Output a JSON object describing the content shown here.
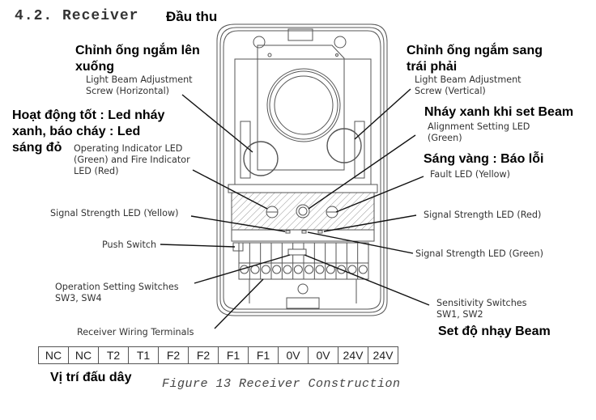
{
  "heading": {
    "number_title": "4.2. Receiver",
    "title_vi": "Đầu thu"
  },
  "labels": {
    "horizontal_screw": {
      "vi_line1": "Chỉnh ống ngắm lên",
      "vi_line2": "xuống",
      "en_line1": "Light Beam Adjustment",
      "en_line2": "Screw (Horizontal)"
    },
    "vertical_screw": {
      "vi_line1": "Chỉnh ống ngắm sang",
      "vi_line2": "trái phải",
      "en_line1": "Light Beam Adjustment",
      "en_line2": "Screw (Vertical)"
    },
    "operating_led": {
      "vi_line1": "Hoạt động tốt : Led nháy",
      "vi_line2": "xanh, báo cháy : Led",
      "vi_line3": "sáng đỏ",
      "en_line1": "Operating Indicator LED",
      "en_line2": "(Green) and Fire Indicator",
      "en_line3": "LED (Red)"
    },
    "alignment_led": {
      "vi": "Nháy xanh khi set Beam",
      "en_line1": "Alignment Setting LED",
      "en_line2": "(Green)"
    },
    "fault_led": {
      "vi": "Sáng vàng : Báo lỗi",
      "en": "Fault LED (Yellow)"
    },
    "signal_yellow": {
      "en": "Signal Strength LED (Yellow)"
    },
    "signal_red": {
      "en": "Signal Strength LED (Red)"
    },
    "signal_green": {
      "en": "Signal Strength LED (Green)"
    },
    "push_switch": {
      "en": "Push Switch"
    },
    "operation_switches": {
      "en_line1": "Operation Setting Switches",
      "en_line2": "SW3, SW4"
    },
    "sensitivity_switches": {
      "en_line1": "Sensitivity Switches",
      "en_line2": "SW1, SW2",
      "vi": "Set độ nhạy Beam"
    },
    "wiring_terminals": {
      "en": "Receiver Wiring Terminals"
    }
  },
  "terminals": [
    "NC",
    "NC",
    "T2",
    "T1",
    "F2",
    "F2",
    "F1",
    "F1",
    "0V",
    "0V",
    "24V",
    "24V"
  ],
  "terminals_caption_vi": "Vị trí đấu dây",
  "figure_caption": "Figure 13 Receiver Construction"
}
